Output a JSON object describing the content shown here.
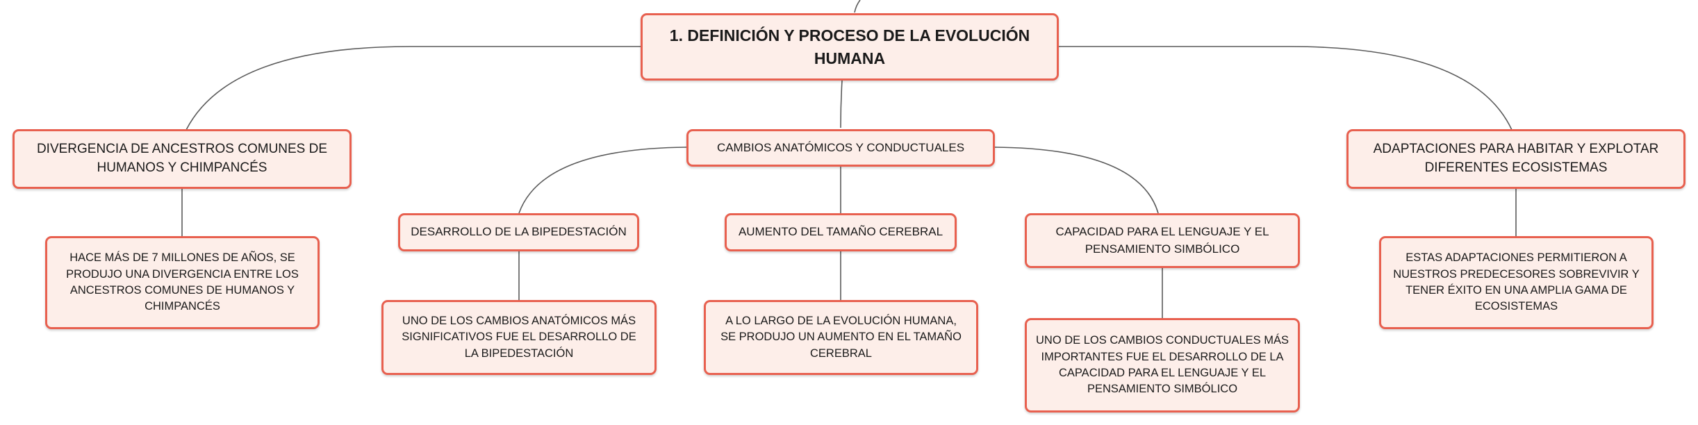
{
  "root": {
    "label": "1. DEFINICIÓN Y PROCESO DE LA EVOLUCIÓN HUMANA"
  },
  "branches": {
    "divergence": {
      "label": "DIVERGENCIA DE ANCESTROS COMUNES DE HUMANOS Y CHIMPANCÉS",
      "detail": "HACE MÁS DE 7 MILLONES DE AÑOS, SE PRODUJO UNA DIVERGENCIA ENTRE LOS ANCESTROS COMUNES DE HUMANOS Y CHIMPANCÉS"
    },
    "changes": {
      "label": "CAMBIOS ANATÓMICOS Y CONDUCTUALES",
      "children": [
        {
          "label": "DESARROLLO DE LA BIPEDESTACIÓN",
          "detail": "UNO DE LOS CAMBIOS ANATÓMICOS MÁS SIGNIFICATIVOS FUE EL DESARROLLO DE LA BIPEDESTACIÓN"
        },
        {
          "label": "AUMENTO DEL TAMAÑO CEREBRAL",
          "detail": "A LO LARGO DE LA EVOLUCIÓN HUMANA, SE PRODUJO UN AUMENTO EN EL TAMAÑO CEREBRAL"
        },
        {
          "label": "CAPACIDAD PARA EL LENGUAJE Y EL PENSAMIENTO SIMBÓLICO",
          "detail": "UNO DE LOS CAMBIOS CONDUCTUALES MÁS IMPORTANTES FUE EL DESARROLLO DE LA CAPACIDAD PARA EL LENGUAJE Y EL PENSAMIENTO SIMBÓLICO"
        }
      ]
    },
    "adaptations": {
      "label": "ADAPTACIONES PARA HABITAR Y EXPLOTAR DIFERENTES ECOSISTEMAS",
      "detail": "ESTAS ADAPTACIONES PERMITIERON A NUESTROS PREDECESORES SOBREVIVIR Y TENER ÉXITO EN UNA AMPLIA GAMA DE ECOSISTEMAS"
    }
  }
}
